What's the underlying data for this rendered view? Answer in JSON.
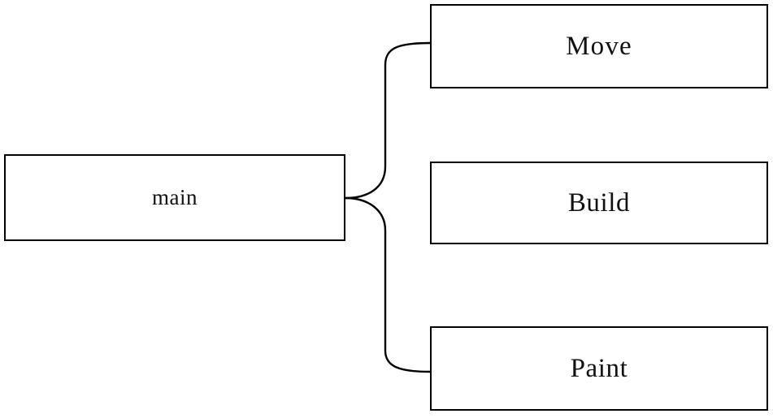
{
  "diagram": {
    "type": "hierarchy-block-diagram",
    "background_color": "#ffffff",
    "line_color": "#000000",
    "text_color": "#111111",
    "root": {
      "id": "main",
      "label": "main"
    },
    "children": [
      {
        "id": "move",
        "label": "Move",
        "connected_to_root": true
      },
      {
        "id": "build",
        "label": "Build",
        "connected_to_root": false
      },
      {
        "id": "paint",
        "label": "Paint",
        "connected_to_root": true
      }
    ],
    "connectors": [
      {
        "id": "main-to-move",
        "from": "main",
        "to": "move",
        "style": "curved"
      },
      {
        "id": "main-to-paint",
        "from": "main",
        "to": "paint",
        "style": "curved"
      }
    ]
  }
}
